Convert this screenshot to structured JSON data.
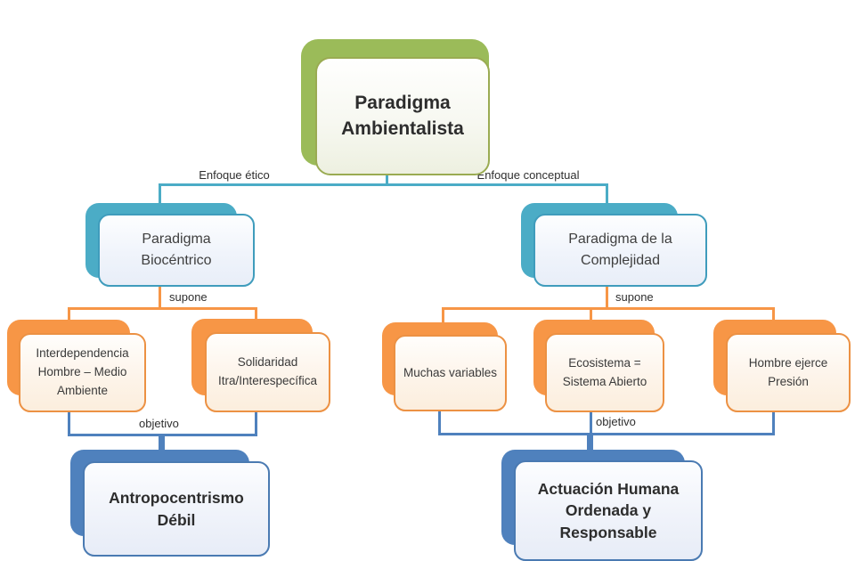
{
  "colors": {
    "green": "#9BBB59",
    "teal": "#4BACC6",
    "orange": "#F79646",
    "blue": "#4F81BD",
    "text_dark": "#3F3F3F"
  },
  "nodes": {
    "root": "Paradigma Ambientalista",
    "left_l2": "Paradigma Biocéntrico",
    "right_l2": "Paradigma de la Complejidad",
    "left_child_1": "Interdependencia Hombre – Medio Ambiente",
    "left_child_2": "Solidaridad Itra/Interespecífica",
    "right_child_1": "Muchas variables",
    "right_child_2": "Ecosistema = Sistema Abierto",
    "right_child_3": "Hombre ejerce Presión",
    "left_goal": "Antropocentrismo Débil",
    "right_goal": "Actuación Humana Ordenada y Responsable"
  },
  "edge_labels": {
    "left_branch": "Enfoque ético",
    "right_branch": "Enfoque conceptual",
    "left_supone": "supone",
    "right_supone": "supone",
    "left_objetivo": "objetivo",
    "right_objetivo": "objetivo"
  }
}
